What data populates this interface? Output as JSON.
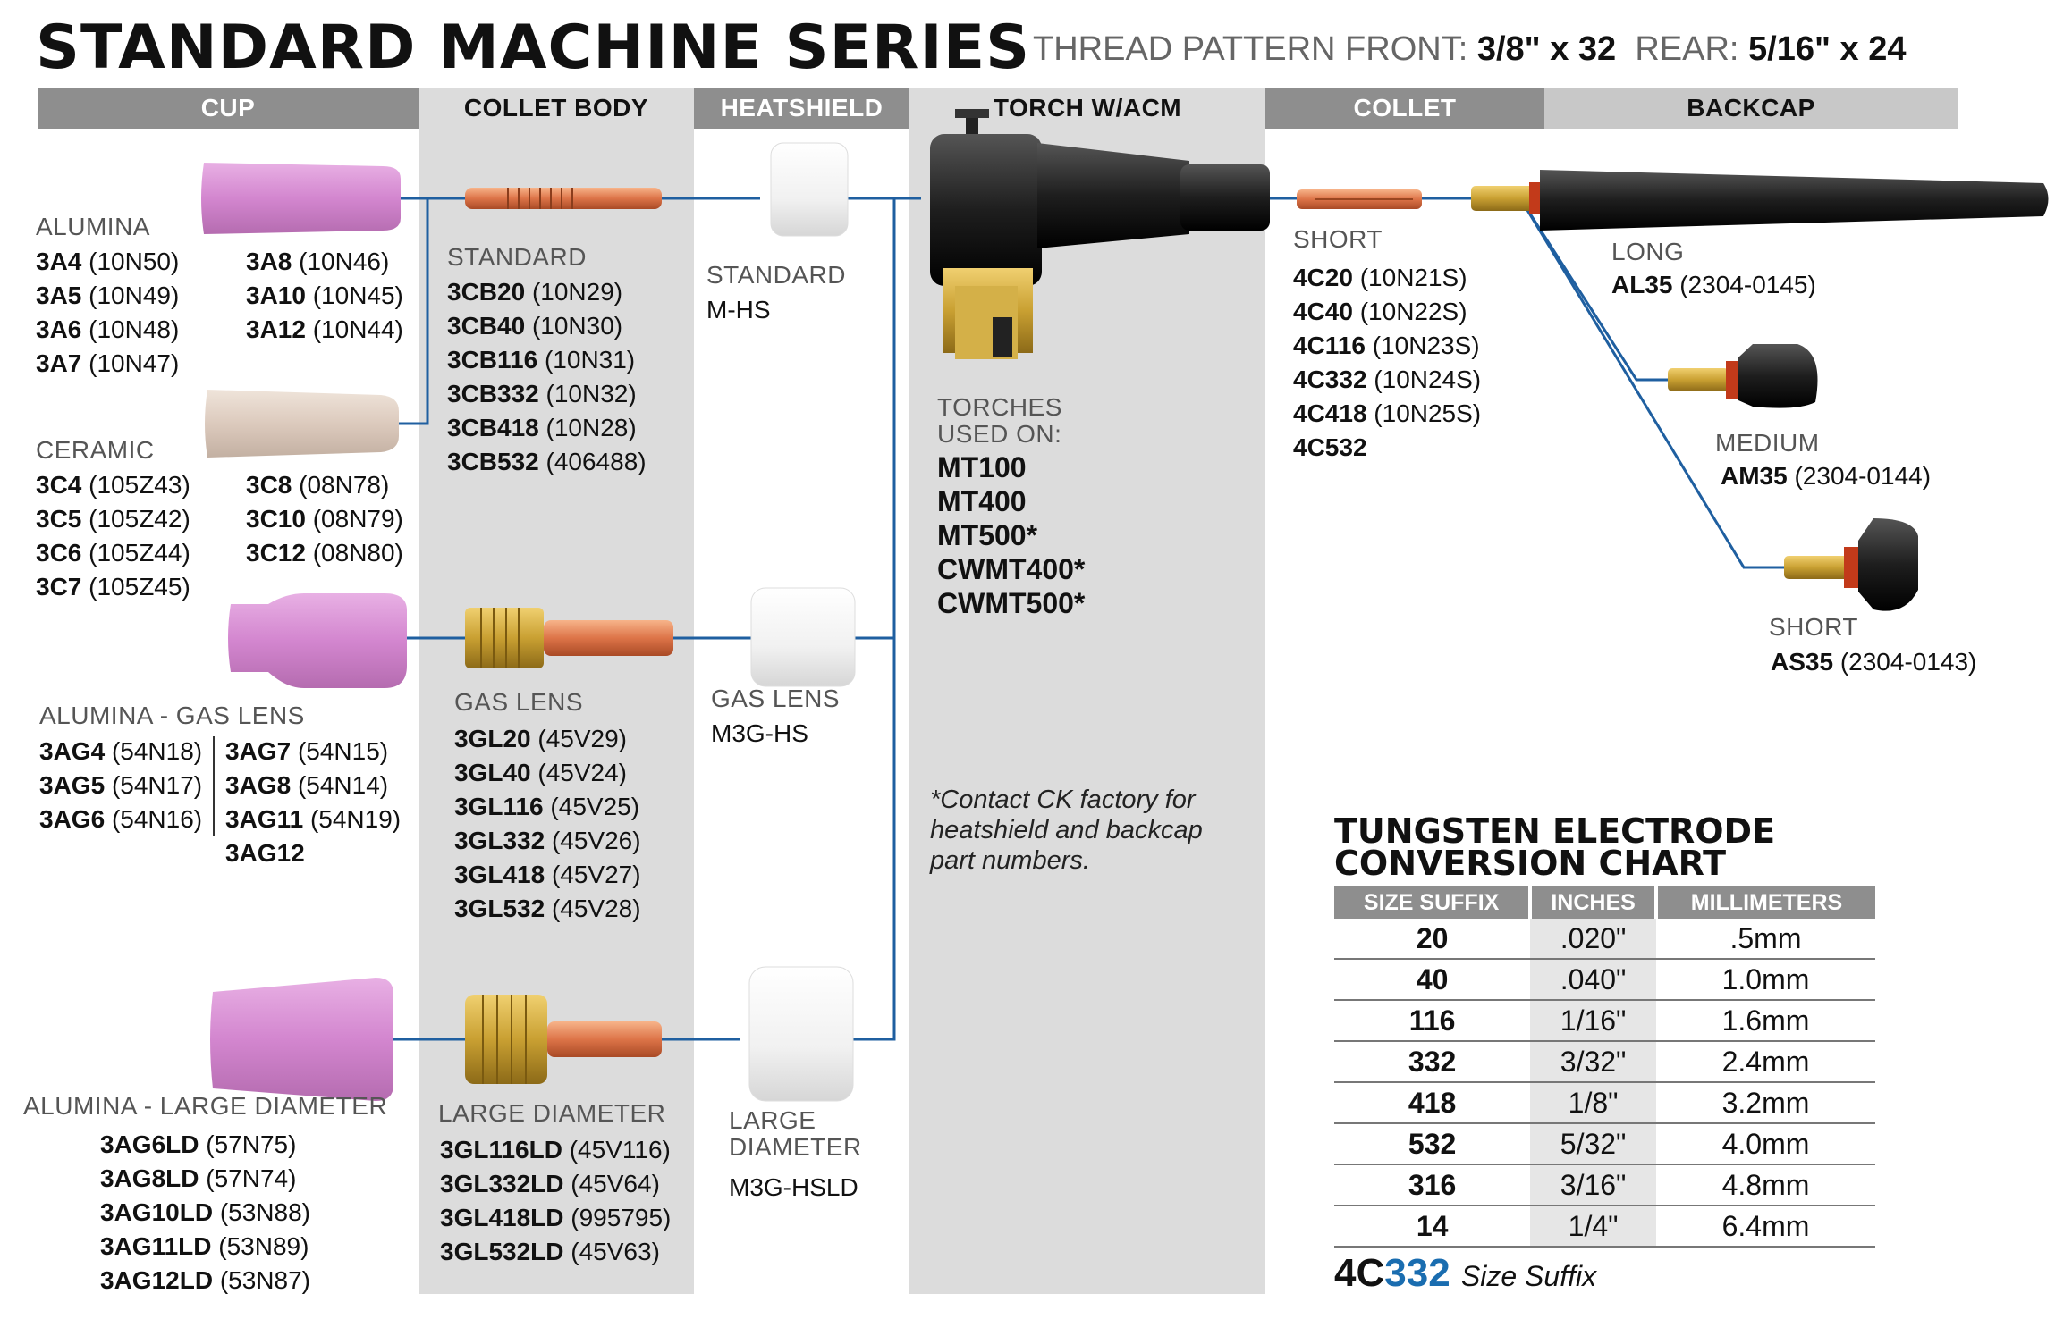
{
  "title": "STANDARD MACHINE SERIES",
  "thread": {
    "front_label": "THREAD PATTERN FRONT:",
    "front_value": "3/8\" x 32",
    "rear_label": "REAR:",
    "rear_value": "5/16\" x 24"
  },
  "headers": {
    "cup": "CUP",
    "collet_body": "COLLET BODY",
    "heatshield": "HEATSHIELD",
    "torch": "TORCH W/ACM",
    "collet": "COLLET",
    "backcap": "BACKCAP"
  },
  "cups": {
    "alumina": {
      "label": "ALUMINA",
      "left": [
        [
          "3A4",
          "(10N50)"
        ],
        [
          "3A5",
          "(10N49)"
        ],
        [
          "3A6",
          "(10N48)"
        ],
        [
          "3A7",
          "(10N47)"
        ]
      ],
      "right": [
        [
          "3A8",
          "(10N46)"
        ],
        [
          "3A10",
          "(10N45)"
        ],
        [
          "3A12",
          "(10N44)"
        ]
      ]
    },
    "ceramic": {
      "label": "CERAMIC",
      "left": [
        [
          "3C4",
          "(105Z43)"
        ],
        [
          "3C5",
          "(105Z42)"
        ],
        [
          "3C6",
          "(105Z44)"
        ],
        [
          "3C7",
          "(105Z45)"
        ]
      ],
      "right": [
        [
          "3C8",
          "(08N78)"
        ],
        [
          "3C10",
          "(08N79)"
        ],
        [
          "3C12",
          "(08N80)"
        ]
      ]
    },
    "gas_lens": {
      "label": "ALUMINA - GAS LENS",
      "left": [
        [
          "3AG4",
          "(54N18)"
        ],
        [
          "3AG5",
          "(54N17)"
        ],
        [
          "3AG6",
          "(54N16)"
        ]
      ],
      "right": [
        [
          "3AG7",
          "(54N15)"
        ],
        [
          "3AG8",
          "(54N14)"
        ],
        [
          "3AG11",
          "(54N19)"
        ],
        [
          "3AG12",
          ""
        ]
      ]
    },
    "large": {
      "label": "ALUMINA - LARGE DIAMETER",
      "items": [
        [
          "3AG6LD",
          "(57N75)"
        ],
        [
          "3AG8LD",
          "(57N74)"
        ],
        [
          "3AG10LD",
          "(53N88)"
        ],
        [
          "3AG11LD",
          "(53N89)"
        ],
        [
          "3AG12LD",
          "(53N87)"
        ]
      ]
    }
  },
  "collet_bodies": {
    "standard": {
      "label": "STANDARD",
      "items": [
        [
          "3CB20",
          "(10N29)"
        ],
        [
          "3CB40",
          "(10N30)"
        ],
        [
          "3CB116",
          "(10N31)"
        ],
        [
          "3CB332",
          "(10N32)"
        ],
        [
          "3CB418",
          "(10N28)"
        ],
        [
          "3CB532",
          "(406488)"
        ]
      ]
    },
    "gas_lens": {
      "label": "GAS LENS",
      "items": [
        [
          "3GL20",
          "(45V29)"
        ],
        [
          "3GL40",
          "(45V24)"
        ],
        [
          "3GL116",
          "(45V25)"
        ],
        [
          "3GL332",
          "(45V26)"
        ],
        [
          "3GL418",
          "(45V27)"
        ],
        [
          "3GL532",
          "(45V28)"
        ]
      ]
    },
    "large": {
      "label": "LARGE DIAMETER",
      "items": [
        [
          "3GL116LD",
          "(45V116)"
        ],
        [
          "3GL332LD",
          "(45V64)"
        ],
        [
          "3GL418LD",
          "(995795)"
        ],
        [
          "3GL532LD",
          "(45V63)"
        ]
      ]
    }
  },
  "heatshields": {
    "standard": {
      "label": "STANDARD",
      "part": "M-HS"
    },
    "gas_lens": {
      "label": "GAS LENS",
      "part": "M3G-HS"
    },
    "large": {
      "label1": "LARGE",
      "label2": "DIAMETER",
      "part": "M3G-HSLD"
    }
  },
  "torch": {
    "used_label1": "TORCHES",
    "used_label2": "USED ON:",
    "models": [
      "MT100",
      "MT400",
      "MT500*",
      "CWMT400*",
      "CWMT500*"
    ],
    "note": [
      "*Contact CK factory for",
      "heatshield and backcap",
      "part numbers."
    ]
  },
  "collets": {
    "label": "SHORT",
    "items": [
      [
        "4C20",
        "(10N21S)"
      ],
      [
        "4C40",
        "(10N22S)"
      ],
      [
        "4C116",
        "(10N23S)"
      ],
      [
        "4C332",
        "(10N24S)"
      ],
      [
        "4C418",
        "(10N25S)"
      ],
      [
        "4C532",
        ""
      ]
    ]
  },
  "backcaps": {
    "long": {
      "label": "LONG",
      "part": "AL35",
      "num": "(2304-0145)"
    },
    "medium": {
      "label": "MEDIUM",
      "part": "AM35",
      "num": "(2304-0144)"
    },
    "short": {
      "label": "SHORT",
      "part": "AS35",
      "num": "(2304-0143)"
    }
  },
  "conversion": {
    "title1": "TUNGSTEN ELECTRODE",
    "title2": "CONVERSION CHART",
    "columns": [
      "SIZE SUFFIX",
      "INCHES",
      "MILLIMETERS"
    ],
    "rows": [
      [
        "20",
        ".020\"",
        ".5mm"
      ],
      [
        "40",
        ".040\"",
        "1.0mm"
      ],
      [
        "116",
        "1/16\"",
        "1.6mm"
      ],
      [
        "332",
        "3/32\"",
        "2.4mm"
      ],
      [
        "418",
        "1/8\"",
        "3.2mm"
      ],
      [
        "532",
        "5/32\"",
        "4.0mm"
      ],
      [
        "316",
        "3/16\"",
        "4.8mm"
      ],
      [
        "14",
        "1/4\"",
        "6.4mm"
      ]
    ],
    "example_prefix": "4C",
    "example_suffix": "332",
    "example_label": "Size Suffix"
  },
  "colors": {
    "cup_pink": "#d98ed4",
    "ceramic": "#e2d3c8",
    "copper": "#e07a48",
    "brass": "#c8a032",
    "line_blue": "#1f5fa0",
    "band_gray": "#dcdcdc"
  }
}
